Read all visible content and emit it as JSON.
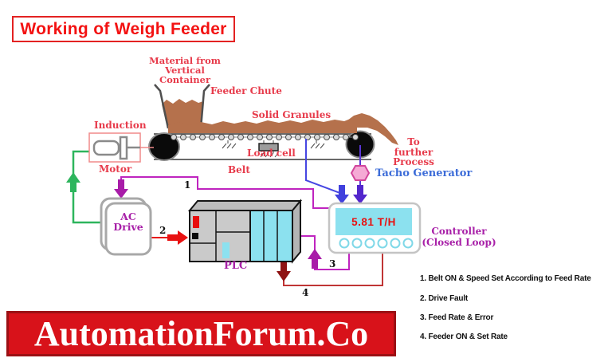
{
  "title": "Working of Weigh Feeder",
  "banner": "AutomationForum.Co",
  "labels": {
    "material_from_line1": "Material from",
    "material_from_line2": "Vertical Container",
    "feeder_chute": "Feeder Chute",
    "solid_granules": "Solid Granules",
    "load_cell": "Load cell",
    "belt": "Belt",
    "induction": "Induction",
    "motor": "Motor",
    "to_further_line1": "To further",
    "to_further_line2": "Process",
    "tacho_generator": "Tacho Generator",
    "ac_drive_line1": "AC",
    "ac_drive_line2": "Drive",
    "plc": "PLC",
    "controller_line1": "Controller",
    "controller_line2": "(Closed Loop)"
  },
  "controller_display": "5.81 T/H",
  "wire_labels": {
    "w1": "1",
    "w2": "2",
    "w3": "3",
    "w4": "4"
  },
  "legend": [
    "1. Belt ON & Speed Set According to Feed Rate",
    "2. Drive Fault",
    "3. Feed Rate & Error",
    "4. Feeder ON & Set Rate"
  ],
  "colors": {
    "title_red": "#f31212",
    "label_red": "#e73b4b",
    "banner_bg": "#d8121a",
    "banner_border": "#9c1014",
    "magenta_wire": "#bf24bf",
    "green_wire": "#2db55d",
    "red_wire": "#e81111",
    "dark_red_wire": "#8e1212",
    "blue_wire": "#4646e2",
    "indigo_wire": "#5a35d6",
    "tacho_label_blue": "#3c6cd8",
    "material_brown": "#b5714c",
    "display_cyan": "#8ce1ef",
    "tacho_symbol_pink": "#f5aad5"
  }
}
